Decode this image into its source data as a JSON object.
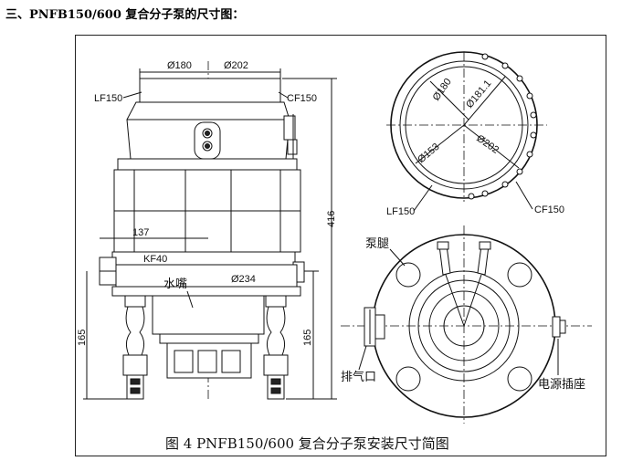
{
  "page": {
    "heading": "三、PNFB150/600 复合分子泵的尺寸图："
  },
  "figure": {
    "caption": "图 4   PNFB150/600 复合分子泵安装尺寸简图",
    "side_view": {
      "dim_d180": "Ø180",
      "dim_d202": "Ø202",
      "label_lf150": "LF150",
      "label_cf150": "CF150",
      "dim_height": "416",
      "dim_137": "137",
      "label_kf40": "KF40",
      "label_water_nozzle": "水嘴",
      "dim_d234": "Ø234",
      "dim_165_left": "165",
      "dim_165_right": "165"
    },
    "top_view": {
      "dim_d180": "Ø180",
      "dim_d181": "Ø181.1",
      "dim_d153": "Ø153",
      "dim_d202": "Ø202",
      "label_lf150": "LF150",
      "label_cf150": "CF150"
    },
    "bottom_view": {
      "label_leg": "泵腿",
      "label_exhaust": "排气口",
      "label_power": "电源插座"
    }
  }
}
